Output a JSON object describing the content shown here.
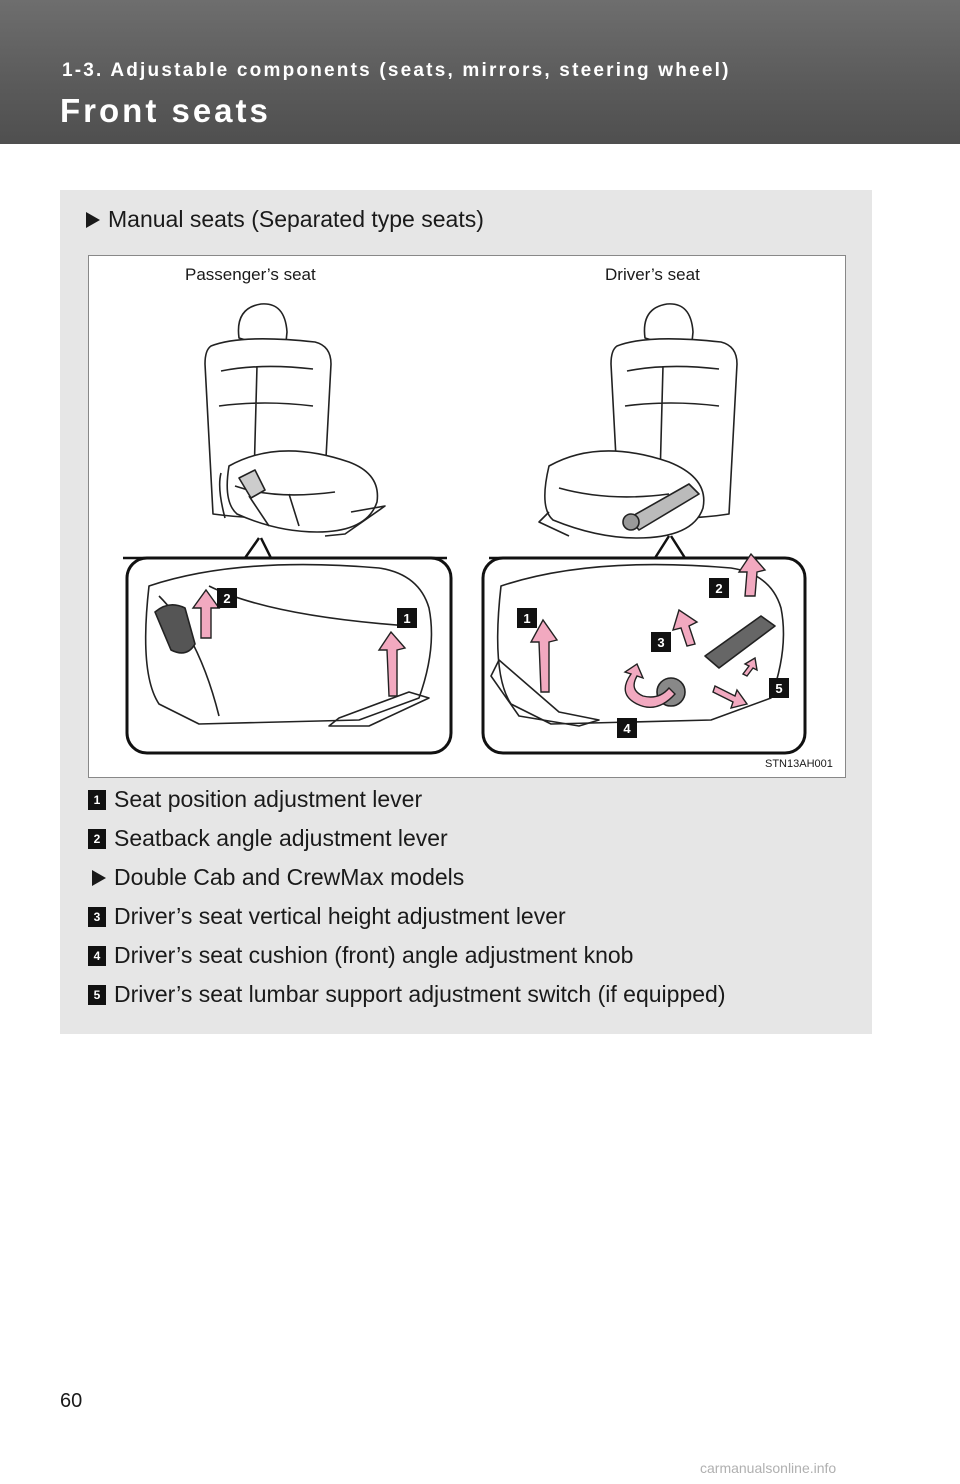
{
  "header": {
    "section": "1-3. Adjustable components (seats, mirrors, steering wheel)",
    "title": "Front seats"
  },
  "panel": {
    "heading": "Manual seats (Separated type seats)",
    "figure": {
      "passenger_label": "Passenger’s seat",
      "driver_label": "Driver’s seat",
      "code": "STN13AH001",
      "badges": [
        "1",
        "2",
        "3",
        "4",
        "5"
      ]
    },
    "legend": [
      {
        "num": "1",
        "text": "Seat position adjustment lever"
      },
      {
        "num": "2",
        "text": "Seatback angle adjustment lever"
      }
    ],
    "subheading": "Double Cab and CrewMax models",
    "legend2": [
      {
        "num": "3",
        "text": "Driver’s seat vertical height adjustment lever"
      },
      {
        "num": "4",
        "text": "Driver’s seat cushion (front) angle adjustment knob"
      },
      {
        "num": "5",
        "text": "Driver’s seat lumbar support adjustment switch (if equipped)"
      }
    ]
  },
  "footer": {
    "page_number": "60",
    "watermark": "carmanualsonline.info"
  },
  "colors": {
    "header": "#5a5a5a",
    "panel": "#e6e6e6",
    "arrow": "#f2a9c0"
  }
}
